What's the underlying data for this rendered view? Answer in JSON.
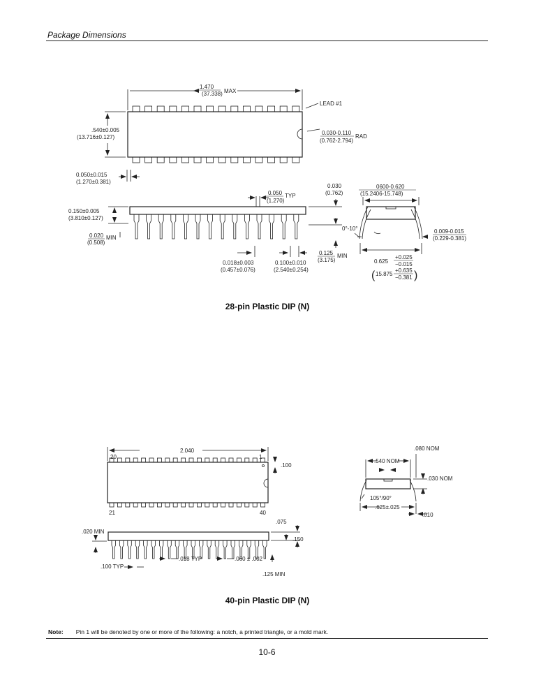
{
  "header": {
    "title": "Package Dimensions"
  },
  "pkg28": {
    "length": "1.470",
    "length_mm": "(37.338)",
    "max": "MAX",
    "lead1": "LEAD #1",
    "width": ".540±0.005",
    "width_mm": "(13.716±0.127)",
    "notch": "0.030-0.110",
    "notch_mm": "(0.762-2.794)",
    "rad": "RAD",
    "end": "0.050±0.015",
    "end_mm": "(1.270±0.381)",
    "pitch": "0.050",
    "pitch_mm": "(1.270)",
    "typ": "TYP",
    "hgt": "0.150±0.005",
    "hgt_mm": "(3.810±0.127)",
    "minlead": "0.020",
    "minlead_mm": "(0.508)",
    "min": "MIN",
    "lead_w": "0.018±0.003",
    "lead_w_mm": "(0.457±0.076)",
    "spacing": "0.100±0.010",
    "spacing_mm": "(2.540±0.254)",
    "seat": "0.125",
    "seat_mm": "(3.175)",
    "seat_min": "MIN",
    "top": "0.030",
    "top_mm": "(0.762)",
    "row": "0600-0.620",
    "row_mm": "(15.2406-15.748)",
    "angle": "0°-10°",
    "thk": "0.009-0.015",
    "thk_mm": "(0.229-0.381)",
    "spread": "0.625",
    "spread_up": "+0.025",
    "spread_dn": "−0.015",
    "spread_mm": "15.875",
    "spread_mm_up": "+0.635",
    "spread_mm_dn": "−0.381",
    "caption": "28-pin Plastic DIP (N)"
  },
  "pkg40": {
    "length": "2.040",
    "pin20": "20",
    "pin1": "1",
    "pin21": "21",
    "pin40": "40",
    "end": ".100",
    "top": ".075",
    "minlead": ".020 MIN",
    "hgt": ".150",
    "pitch": ".100 TYP",
    "lead_w": ".018 TYP",
    "lead_b": ".060 ± .002",
    "seat": ".125 MIN",
    "thk": ".080  NOM",
    "row": ".540  NOM",
    "top_nom": ".030 NOM",
    "angle": "105°/90°",
    "spread": ".625±.025",
    "lead_t": ".010",
    "caption": "40-pin Plastic DIP (N)"
  },
  "note": {
    "label": "Note:",
    "text": "Pin 1 will be denoted by one or more of the following: a notch, a printed triangle, or a mold mark."
  },
  "footer": {
    "page": "10-6"
  }
}
